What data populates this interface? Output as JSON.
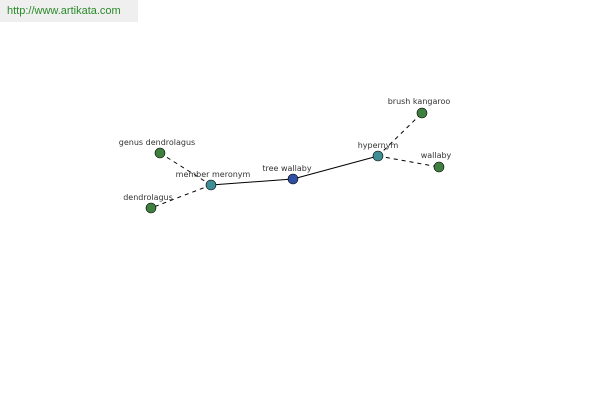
{
  "watermark": {
    "url": "http://www.artikata.com",
    "color": "#2a8a2a"
  },
  "diagram": {
    "colors": {
      "center": "#2f4fa0",
      "relation": "#3f8e96",
      "leaf": "#3f7f3f"
    },
    "nodes": [
      {
        "id": "tree-wallaby",
        "label": "tree wallaby",
        "kind": "center"
      },
      {
        "id": "hypernym",
        "label": "hypernym",
        "kind": "relation"
      },
      {
        "id": "member-meronym",
        "label": "member meronym",
        "kind": "relation"
      },
      {
        "id": "brush-kangaroo",
        "label": "brush kangaroo",
        "kind": "leaf"
      },
      {
        "id": "wallaby",
        "label": "wallaby",
        "kind": "leaf"
      },
      {
        "id": "genus-dendrolagus",
        "label": "genus dendrolagus",
        "kind": "leaf"
      },
      {
        "id": "dendrolagus",
        "label": "dendrolagus",
        "kind": "leaf"
      }
    ],
    "edges": [
      {
        "from": "tree-wallaby",
        "to": "hypernym",
        "style": "solid"
      },
      {
        "from": "tree-wallaby",
        "to": "member-meronym",
        "style": "solid"
      },
      {
        "from": "hypernym",
        "to": "brush-kangaroo",
        "style": "dashed"
      },
      {
        "from": "hypernym",
        "to": "wallaby",
        "style": "dashed"
      },
      {
        "from": "member-meronym",
        "to": "genus-dendrolagus",
        "style": "dashed"
      },
      {
        "from": "member-meronym",
        "to": "dendrolagus",
        "style": "dashed"
      }
    ]
  }
}
